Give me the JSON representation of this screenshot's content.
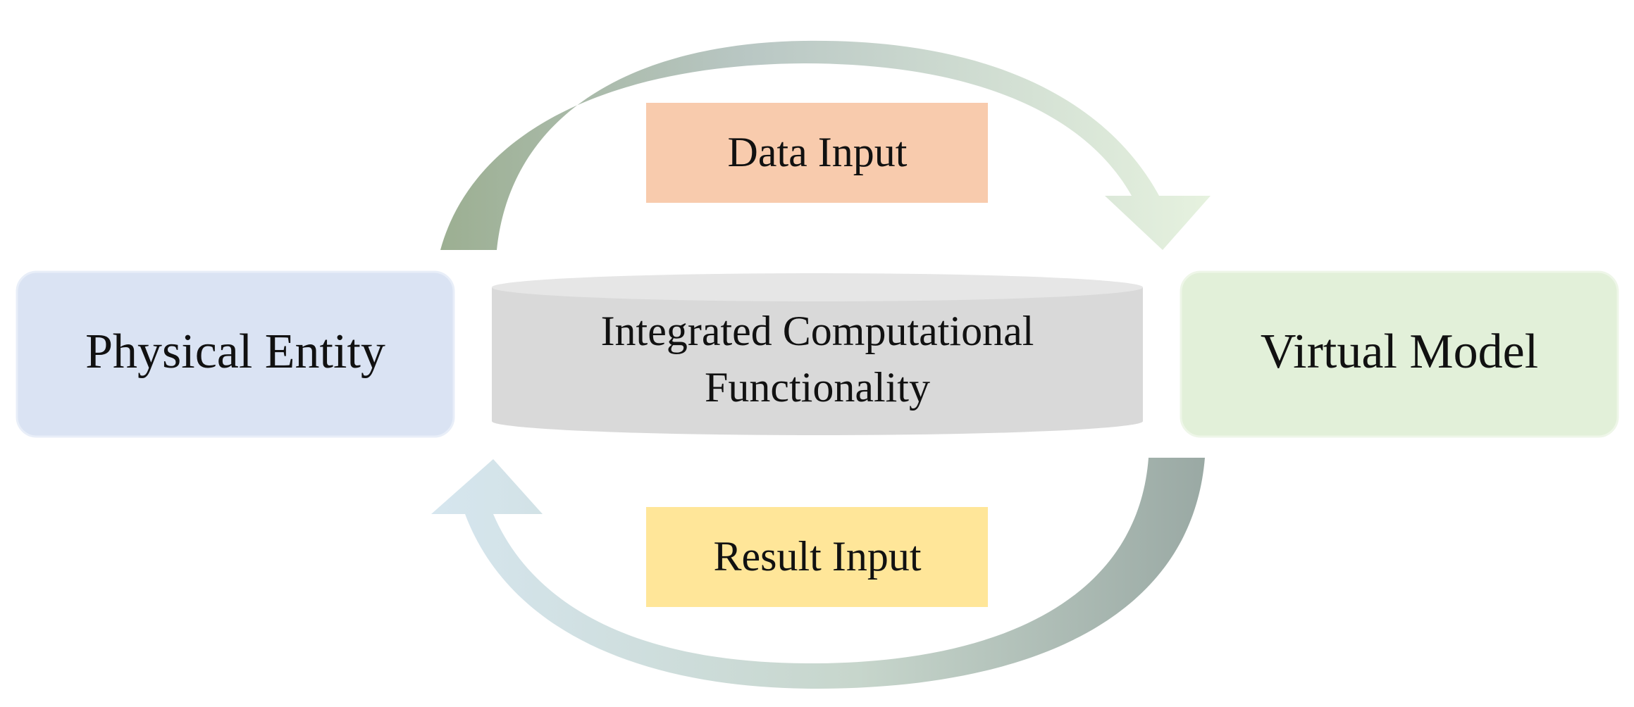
{
  "nodes": {
    "physical_entity": {
      "label": "Physical Entity",
      "color": "#dae3f3"
    },
    "virtual_model": {
      "label": "Virtual Model",
      "color": "#e2f0d9"
    },
    "core": {
      "line1": "Integrated Computational",
      "line2": "Functionality",
      "color": "#d9d9d9"
    }
  },
  "flows": {
    "data_input": {
      "label": "Data Input",
      "color": "#f8cbad"
    },
    "result_input": {
      "label": "Result Input",
      "color": "#ffe699"
    }
  },
  "arrows": {
    "top": {
      "from_color": "#9caf92",
      "to_color": "#e6f2df"
    },
    "bottom": {
      "from_color": "#9aa9a4",
      "to_color": "#d6e6ef"
    }
  }
}
